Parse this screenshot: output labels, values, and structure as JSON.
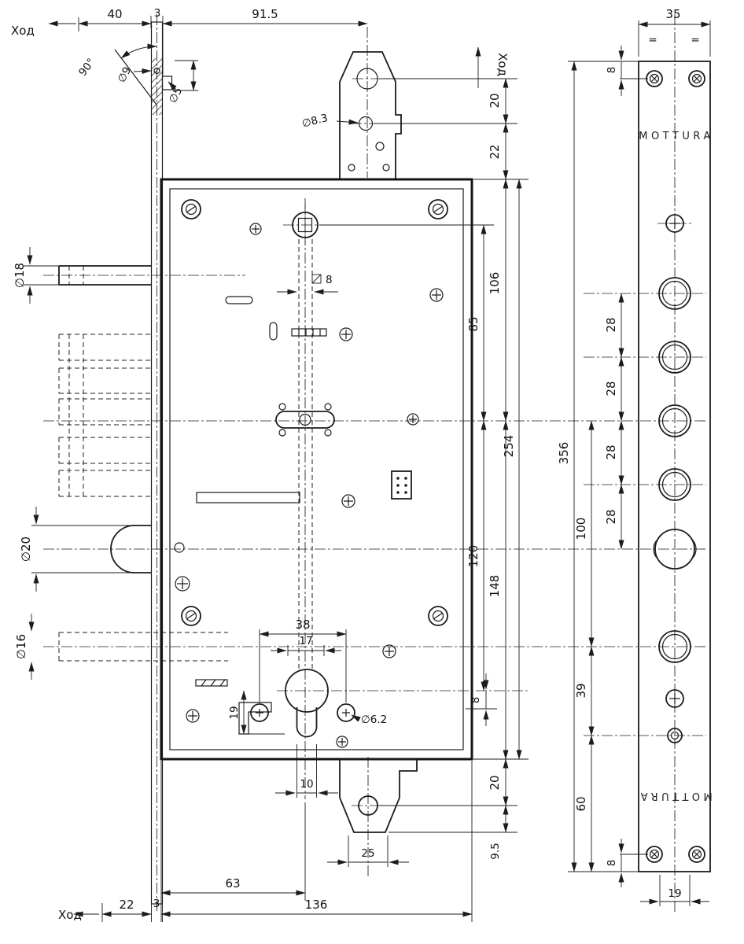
{
  "drawing": {
    "stroke_label_top": "Ход",
    "stroke_label_right": "Ход",
    "stroke_label_bottom": "Ход",
    "brand_top": "MOTTURA",
    "brand_bottom": "MOTTURA",
    "sym_eq_left": "=",
    "sym_eq_right": "=",
    "colors": {
      "ink": "#1c1c1c",
      "paper": "#ffffff"
    },
    "dims": {
      "top_40": "40",
      "top_3": "3",
      "top_91_5": "91.5",
      "angle_90": "90°",
      "dia_9": "∅9",
      "dia_5": "∅5",
      "dia_8_3": "∅8.3",
      "right_20_top": "20",
      "right_22": "22",
      "sq_8": "8",
      "dia_18": "∅18",
      "dia_20": "∅20",
      "dia_16": "∅16",
      "v_85": "85",
      "v_106": "106",
      "v_120": "120",
      "v_148": "148",
      "v_254": "254",
      "v_356": "356",
      "cyl_38": "38",
      "cyl_17": "17",
      "cyl_19": "19",
      "dia_6_2": "∅6.2",
      "cyl_8": "8",
      "cyl_10": "10",
      "right_20_bottom": "20",
      "right_9_5": "9.5",
      "bracket_25": "25",
      "bot_63": "63",
      "bot_136": "136",
      "bot_22": "22",
      "bot_3": "3",
      "panel_35": "35",
      "panel_8_top": "8",
      "panel_28_1": "28",
      "panel_28_2": "28",
      "panel_28_3": "28",
      "panel_28_4": "28",
      "panel_100": "100",
      "panel_39": "39",
      "panel_60": "60",
      "panel_8_bottom": "8",
      "panel_19": "19"
    }
  }
}
